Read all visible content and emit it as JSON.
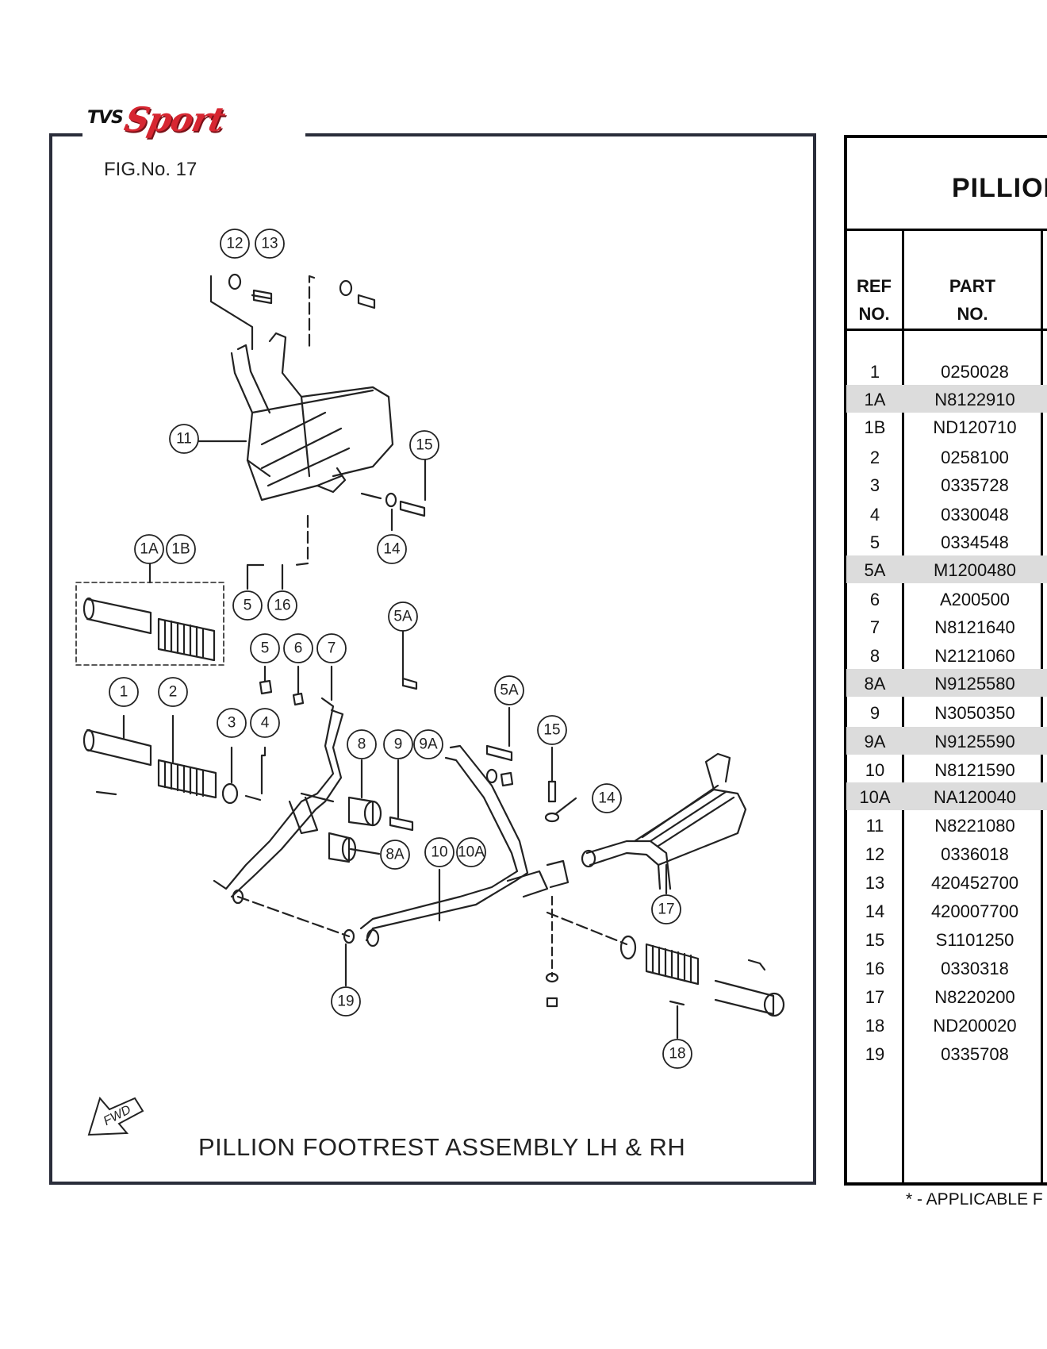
{
  "logo": {
    "brand_small": "TVS",
    "brand_large": "Sport"
  },
  "figure": {
    "number": "FIG.No. 17",
    "caption": "PILLION FOOTREST ASSEMBLY LH & RH",
    "fwd_label": "FWD",
    "callouts": [
      "12",
      "13",
      "11",
      "15",
      "14",
      "1A",
      "1B",
      "5",
      "16",
      "5A",
      "5",
      "6",
      "7",
      "1",
      "2",
      "3",
      "4",
      "5A",
      "15",
      "8",
      "9",
      "9A",
      "14",
      "8A",
      "10",
      "10A",
      "17",
      "19",
      "18"
    ]
  },
  "table": {
    "title": "PILLION",
    "header": {
      "ref_line1": "REF",
      "ref_line2": "NO.",
      "part_line1": "PART",
      "part_line2": "NO."
    },
    "rows": [
      {
        "ref": "1",
        "part": "0250028",
        "shaded": false
      },
      {
        "ref": "1A",
        "part": "N8122910",
        "shaded": true
      },
      {
        "ref": "1B",
        "part": "ND120710",
        "shaded": false
      },
      {
        "ref": "2",
        "part": "0258100",
        "shaded": false
      },
      {
        "ref": "3",
        "part": "0335728",
        "shaded": false
      },
      {
        "ref": "4",
        "part": "0330048",
        "shaded": false
      },
      {
        "ref": "5",
        "part": "0334548",
        "shaded": false
      },
      {
        "ref": "5A",
        "part": "M1200480",
        "shaded": true
      },
      {
        "ref": "6",
        "part": "A200500",
        "shaded": false
      },
      {
        "ref": "7",
        "part": "N8121640",
        "shaded": false
      },
      {
        "ref": "8",
        "part": "N2121060",
        "shaded": false
      },
      {
        "ref": "8A",
        "part": "N9125580",
        "shaded": true
      },
      {
        "ref": "9",
        "part": "N3050350",
        "shaded": false
      },
      {
        "ref": "9A",
        "part": "N9125590",
        "shaded": true
      },
      {
        "ref": "10",
        "part": "N8121590",
        "shaded": false
      },
      {
        "ref": "10A",
        "part": "NA120040",
        "shaded": true
      },
      {
        "ref": "11",
        "part": "N8221080",
        "shaded": false
      },
      {
        "ref": "12",
        "part": "0336018",
        "shaded": false
      },
      {
        "ref": "13",
        "part": "420452700",
        "shaded": false
      },
      {
        "ref": "14",
        "part": "420007700",
        "shaded": false
      },
      {
        "ref": "15",
        "part": "S1101250",
        "shaded": false
      },
      {
        "ref": "16",
        "part": "0330318",
        "shaded": false
      },
      {
        "ref": "17",
        "part": "N8220200",
        "shaded": false
      },
      {
        "ref": "18",
        "part": "ND200020",
        "shaded": false
      },
      {
        "ref": "19",
        "part": "0335708",
        "shaded": false
      }
    ],
    "footnote": "* - APPLICABLE F"
  }
}
